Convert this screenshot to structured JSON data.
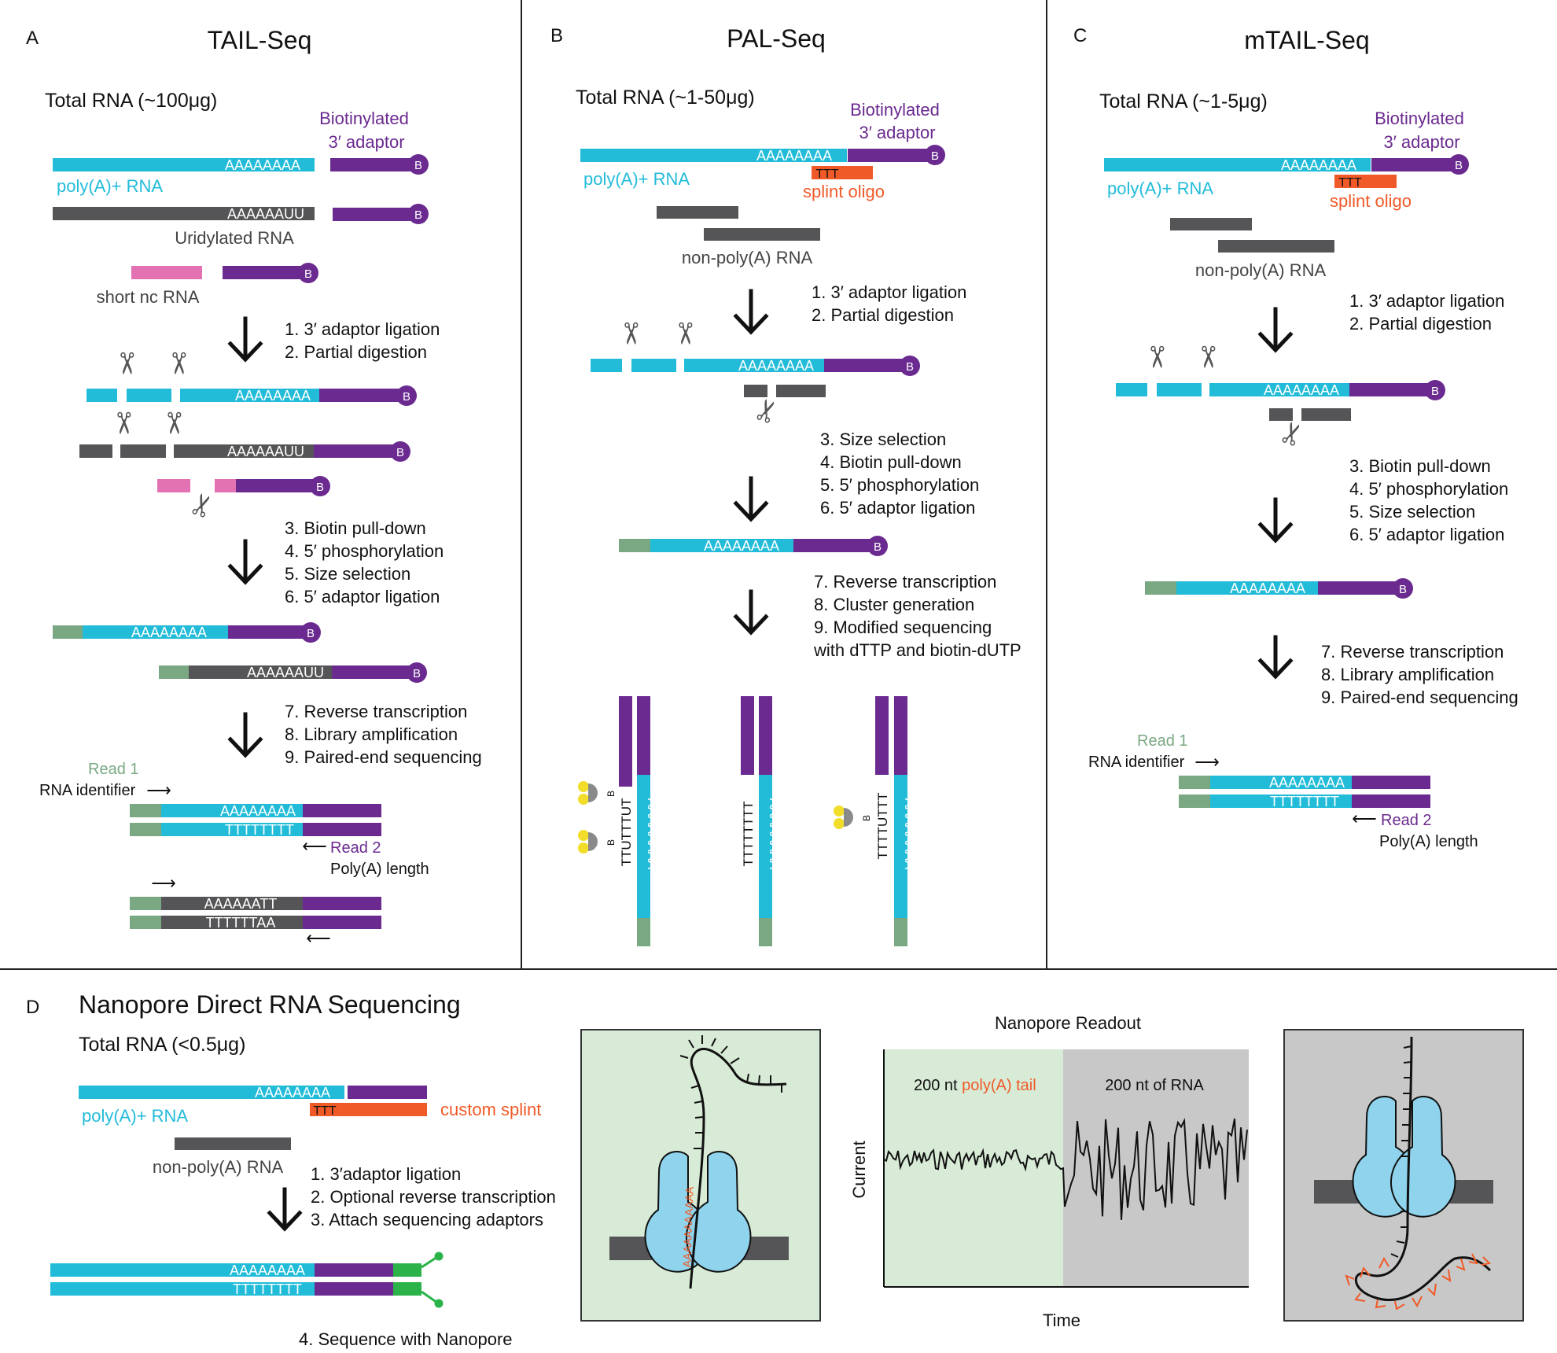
{
  "colors": {
    "cyan": "#22bcd9",
    "gray": "#555557",
    "purple": "#6a2a8f",
    "pink": "#e372b3",
    "orange": "#f05a28",
    "green": "#79a882",
    "bright_green": "#2bb34a",
    "pore_blue": "#8fd3ec",
    "panel_green_bg": "#d7ebd6",
    "panel_gray_bg": "#c8c8c8",
    "yellow": "#f2dd2a"
  },
  "panel_a": {
    "letter": "A",
    "title": "TAIL-Seq",
    "input": "Total RNA (~100μg)",
    "adaptor_line1": "Biotinylated",
    "adaptor_line2": "3′ adaptor",
    "polya_rna": "poly(A)+ RNA",
    "uridylated_rna": "Uridylated RNA",
    "short_nc_rna": "short nc RNA",
    "seq_polya": "AAAAAAAA",
    "seq_uridyl": "AAAAAAUU",
    "seq_t": "TTTTTTTT",
    "seq_att": "AAAAAATT",
    "seq_taa": "TTTTTTAA",
    "steps_1": [
      "1. 3′ adaptor ligation",
      "2. Partial digestion"
    ],
    "steps_2": [
      "3. Biotin pull-down",
      "4. 5′ phosphorylation",
      "5. Size selection",
      "6. 5′ adaptor ligation"
    ],
    "steps_3": [
      "7. Reverse transcription",
      "8. Library amplification",
      "9. Paired-end sequencing"
    ],
    "read1": "Read 1",
    "rna_identifier": "RNA identifier",
    "read2": "Read 2",
    "polya_length": "Poly(A) length"
  },
  "panel_b": {
    "letter": "B",
    "title": "PAL-Seq",
    "input": "Total RNA (~1-50μg)",
    "adaptor_line1": "Biotinylated",
    "adaptor_line2": "3′ adaptor",
    "polya_rna": "poly(A)+ RNA",
    "splint": "splint oligo",
    "ttt": "TTT",
    "non_polya": "non-poly(A) RNA",
    "seq_polya": "AAAAAAAA",
    "steps_1": [
      "1. 3′ adaptor ligation",
      "2. Partial digestion"
    ],
    "steps_2": [
      "3. Size selection",
      "4. Biotin pull-down",
      "5. 5′ phosphorylation",
      "6. 5′ adaptor ligation"
    ],
    "steps_3": [
      "7. Reverse transcription",
      "8. Cluster generation",
      "9. Modified sequencing",
      "with dTTP and biotin-dUTP"
    ],
    "cluster_strands": [
      "TTUTTTUT",
      "TTTTTTTT",
      "TTTTUTTT"
    ]
  },
  "panel_c": {
    "letter": "C",
    "title": "mTAIL-Seq",
    "input": "Total RNA (~1-5μg)",
    "adaptor_line1": "Biotinylated",
    "adaptor_line2": "3′ adaptor",
    "polya_rna": "poly(A)+ RNA",
    "splint": "splint oligo",
    "ttt": "TTT",
    "non_polya": "non-poly(A) RNA",
    "seq_polya": "AAAAAAAA",
    "seq_t": "TTTTTTTT",
    "steps_1": [
      "1. 3′ adaptor ligation",
      "2. Partial digestion"
    ],
    "steps_2": [
      "3. Biotin pull-down",
      "4. 5′ phosphorylation",
      "5. Size selection",
      "6. 5′ adaptor ligation"
    ],
    "steps_3": [
      "7. Reverse transcription",
      "8. Library amplification",
      "9. Paired-end sequencing"
    ],
    "read1": "Read 1",
    "rna_identifier": "RNA identifier",
    "read2": "Read 2",
    "polya_length": "Poly(A) length"
  },
  "panel_d": {
    "letter": "D",
    "title": "Nanopore Direct RNA Sequencing",
    "input": "Total RNA (<0.5μg)",
    "polya_rna": "poly(A)+ RNA",
    "custom_splint": "custom splint",
    "ttt": "TTT",
    "non_polya": "non-poly(A) RNA",
    "seq_polya": "AAAAAAAA",
    "seq_t": "TTTTTTTT",
    "steps_1": [
      "1. 3′adaptor ligation",
      "2. Optional reverse transcription",
      "3. Attach sequencing adaptors"
    ],
    "step_4": "4. Sequence with Nanopore",
    "pore_strand_letters": "AAAAAAAAAAA",
    "readout_title": "Nanopore Readout",
    "readout_left_prefix": "200 nt ",
    "readout_left_highlight": "poly(A) tail",
    "readout_right": "200 nt of RNA",
    "y_axis": "Current",
    "x_axis": "Time"
  },
  "biotin_letter": "B"
}
